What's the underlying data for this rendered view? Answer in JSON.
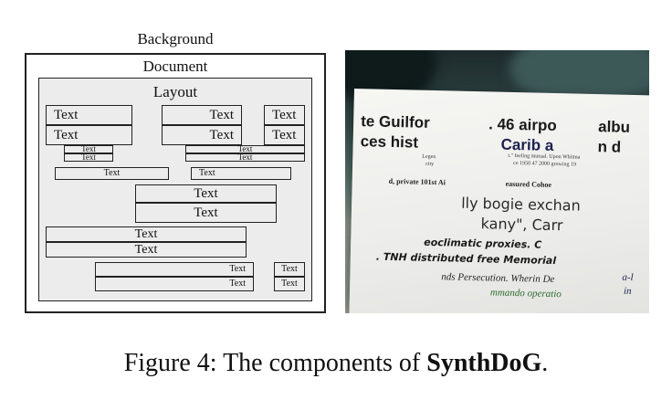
{
  "diagram": {
    "background_label": "Background",
    "document_label": "Document",
    "layout_label": "Layout",
    "boxes": [
      {
        "text": "Text",
        "size": 15,
        "align": "left"
      },
      {
        "text": "Text",
        "size": 15,
        "align": "left"
      },
      {
        "text": "Text",
        "size": 15,
        "align": "right"
      },
      {
        "text": "Text",
        "size": 15,
        "align": "right"
      },
      {
        "text": "Text",
        "size": 15,
        "align": "left"
      },
      {
        "text": "Text",
        "size": 15,
        "align": "left"
      },
      {
        "text": "Text",
        "size": 9,
        "align": "center"
      },
      {
        "text": "Text",
        "size": 9,
        "align": "center"
      },
      {
        "text": "Text",
        "size": 9,
        "align": "center"
      },
      {
        "text": "Text",
        "size": 9,
        "align": "center"
      },
      {
        "text": "Text",
        "size": 10,
        "align": "center"
      },
      {
        "text": "Text",
        "size": 10,
        "align": "left"
      },
      {
        "text": "Text",
        "size": 15,
        "align": "center"
      },
      {
        "text": "Text",
        "size": 15,
        "align": "center"
      },
      {
        "text": "Text",
        "size": 14,
        "align": "center"
      },
      {
        "text": "Text",
        "size": 14,
        "align": "center"
      },
      {
        "text": "Text",
        "size": 10,
        "align": "right"
      },
      {
        "text": "Text",
        "size": 10,
        "align": "right"
      },
      {
        "text": "Text",
        "size": 10,
        "align": "center"
      },
      {
        "text": "Text",
        "size": 10,
        "align": "center"
      }
    ]
  },
  "sample_image": {
    "lines": [
      "te Guilfor",
      ". 46 airpo",
      "albu",
      "ces hist",
      "Carib a",
      "n d",
      "Legen",
      "city",
      "t.\" feeling mutual. Upon Whitma",
      "ce 1950 47 2000 growing 19",
      "d, private 101st Ai",
      "easured Cohoe",
      "lly bogie exchan",
      "kany\", Carr",
      "eoclimatic proxies. C",
      ". TNH distributed free Memorial",
      "nds Persecution. Wherin De",
      "mmando operatio",
      "a-l",
      "in"
    ],
    "colors": {
      "ink": "#1a1a1a",
      "navy": "#1c2150",
      "green": "#2c6a2e"
    }
  },
  "caption": {
    "prefix": "Figure 4: The components of ",
    "name": "SynthDoG",
    "suffix": "."
  }
}
